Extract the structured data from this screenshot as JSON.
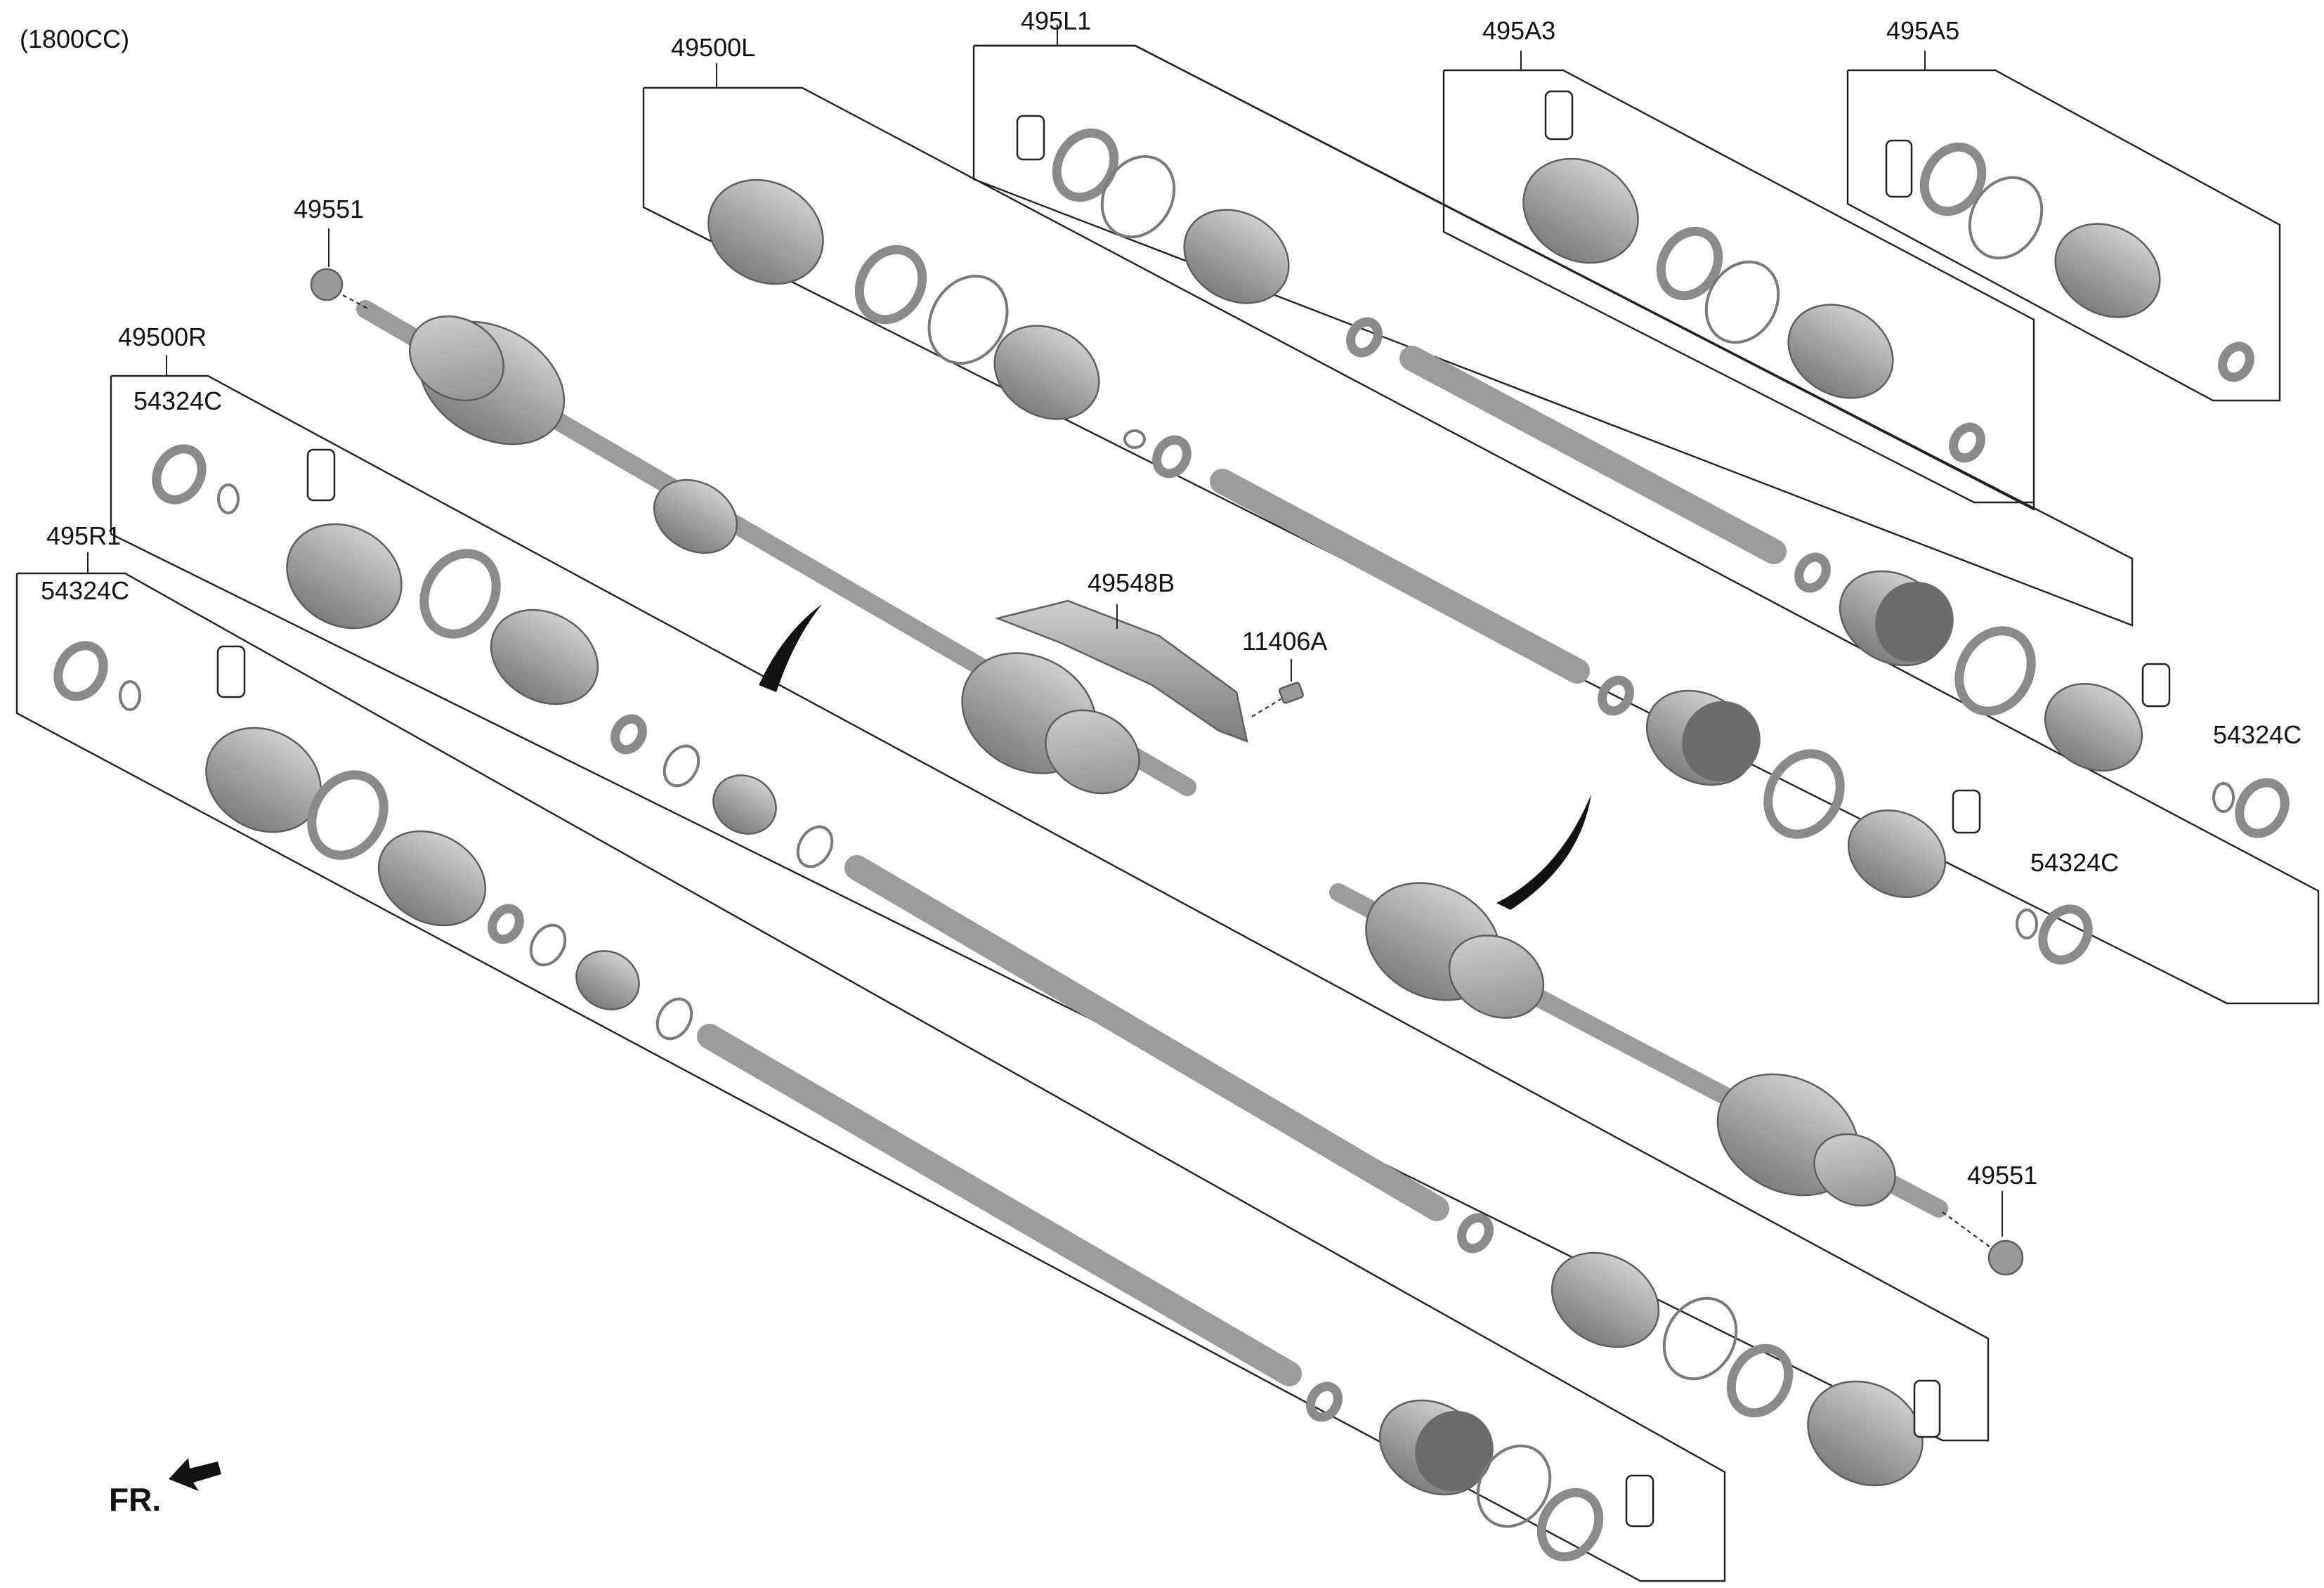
{
  "header": {
    "engine": "(1800CC)"
  },
  "footer": {
    "front_label": "FR."
  },
  "assemblies": [
    {
      "code": "49500L"
    },
    {
      "code": "495L1"
    },
    {
      "code": "495A3"
    },
    {
      "code": "495A5"
    },
    {
      "code": "49500R"
    },
    {
      "code": "495R1"
    }
  ],
  "part_codes": {
    "nut_top": "49551",
    "nut_bottom": "49551",
    "bracket": "49548B",
    "bolt": "11406A",
    "seal_r": "54324C",
    "seal_r1": "54324C",
    "seal_l_right": "54324C",
    "seal_l1_right": "54324C"
  },
  "colors": {
    "part_fill": "#a9a9a9",
    "outline": "#222222",
    "boot_face": "#6b6b6b"
  }
}
